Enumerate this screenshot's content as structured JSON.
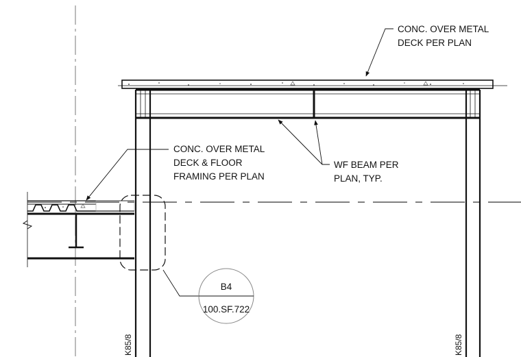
{
  "notes": {
    "top_deck": [
      "CONC. OVER METAL",
      "DECK PER PLAN"
    ],
    "left_deck": [
      "CONC. OVER METAL",
      "DECK & FLOOR",
      "FRAMING PER PLAN"
    ],
    "beam": [
      "WF BEAM PER",
      "PLAN, TYP."
    ]
  },
  "detail_tag": {
    "id": "B4",
    "sheet": "100.SF.722"
  },
  "column_labels": {
    "left": "K85/8",
    "right": "K85/8"
  }
}
